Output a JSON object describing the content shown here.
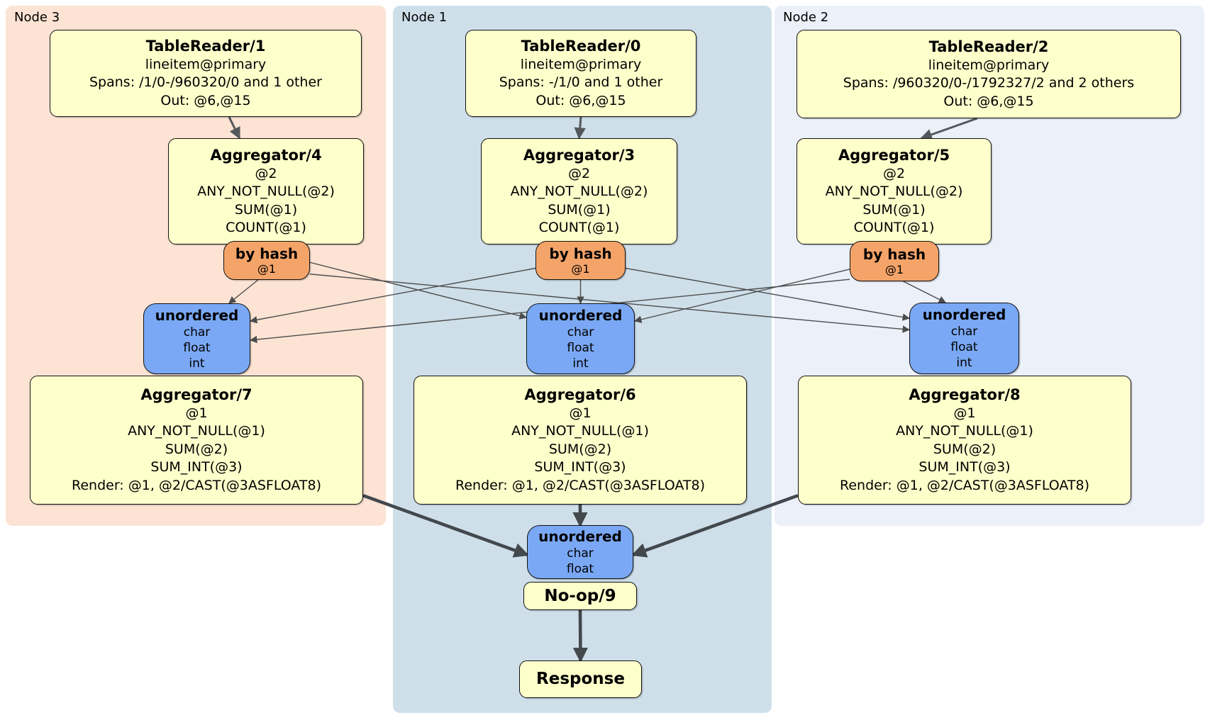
{
  "regions": {
    "node3": {
      "label": "Node 3",
      "bg": "#fce3d3"
    },
    "node1": {
      "label": "Node 1",
      "bg": "#cedfea"
    },
    "node2": {
      "label": "Node 2",
      "bg": "#ebf0f9"
    }
  },
  "colors": {
    "processor_bg": "#ffffcc",
    "router_bg": "#f4a469",
    "sync_bg": "#7aa8f4",
    "edge_thin": "#4c4c4c",
    "edge_mid": "#55585a",
    "edge_thick": "#43484d"
  },
  "boxes": {
    "tr1": {
      "title": "TableReader/1",
      "lines": [
        "lineitem@primary",
        "Spans: /1/0-/960320/0 and 1 other",
        "Out: @6,@15"
      ]
    },
    "tr0": {
      "title": "TableReader/0",
      "lines": [
        "lineitem@primary",
        "Spans: -/1/0 and 1 other",
        "Out: @6,@15"
      ]
    },
    "tr2": {
      "title": "TableReader/2",
      "lines": [
        "lineitem@primary",
        "Spans: /960320/0-/1792327/2 and 2 others",
        "Out: @6,@15"
      ]
    },
    "agg4": {
      "title": "Aggregator/4",
      "lines": [
        "@2",
        "ANY_NOT_NULL(@2)",
        "SUM(@1)",
        "COUNT(@1)"
      ]
    },
    "agg3": {
      "title": "Aggregator/3",
      "lines": [
        "@2",
        "ANY_NOT_NULL(@2)",
        "SUM(@1)",
        "COUNT(@1)"
      ]
    },
    "agg5": {
      "title": "Aggregator/5",
      "lines": [
        "@2",
        "ANY_NOT_NULL(@2)",
        "SUM(@1)",
        "COUNT(@1)"
      ]
    },
    "agg7": {
      "title": "Aggregator/7",
      "lines": [
        "@1",
        "ANY_NOT_NULL(@1)",
        "SUM(@2)",
        "SUM_INT(@3)",
        "Render: @1, @2/CAST(@3ASFLOAT8)"
      ]
    },
    "agg6": {
      "title": "Aggregator/6",
      "lines": [
        "@1",
        "ANY_NOT_NULL(@1)",
        "SUM(@2)",
        "SUM_INT(@3)",
        "Render: @1, @2/CAST(@3ASFLOAT8)"
      ]
    },
    "agg8": {
      "title": "Aggregator/8",
      "lines": [
        "@1",
        "ANY_NOT_NULL(@1)",
        "SUM(@2)",
        "SUM_INT(@3)",
        "Render: @1, @2/CAST(@3ASFLOAT8)"
      ]
    },
    "noop": {
      "title": "No-op/9"
    },
    "resp": {
      "title": "Response"
    }
  },
  "routers": {
    "r4": {
      "title": "by hash",
      "sub": "@1"
    },
    "r3": {
      "title": "by hash",
      "sub": "@1"
    },
    "r5": {
      "title": "by hash",
      "sub": "@1"
    }
  },
  "syncs": {
    "u3": {
      "title": "unordered",
      "items": [
        "char",
        "float",
        "int"
      ]
    },
    "u1": {
      "title": "unordered",
      "items": [
        "char",
        "float",
        "int"
      ]
    },
    "u2": {
      "title": "unordered",
      "items": [
        "char",
        "float",
        "int"
      ]
    },
    "ub": {
      "title": "unordered",
      "items": [
        "char",
        "float"
      ]
    }
  },
  "graph": {
    "edges": [
      {
        "from": "tr1",
        "to": "agg4",
        "kind": "mid",
        "fa": [
          "bottom",
          0.575
        ],
        "ta": [
          "top",
          0.365
        ]
      },
      {
        "from": "tr0",
        "to": "agg3",
        "kind": "mid",
        "fa": [
          "bottom",
          0.5
        ],
        "ta": [
          "top",
          0.5
        ]
      },
      {
        "from": "tr2",
        "to": "agg5",
        "kind": "mid",
        "fa": [
          "bottom",
          0.47
        ],
        "ta": [
          "top",
          0.64
        ]
      },
      {
        "from": "r4",
        "to": "u3",
        "kind": "thin",
        "fa": [
          "bottom",
          0.4
        ],
        "ta": [
          "top",
          0.8
        ]
      },
      {
        "from": "r4",
        "to": "u1",
        "kind": "thin",
        "fa": [
          "right",
          0.55
        ],
        "ta": [
          "left",
          0.2
        ]
      },
      {
        "from": "r4",
        "to": "u2",
        "kind": "thin",
        "fa": [
          "right",
          0.85
        ],
        "ta": [
          "left",
          0.38
        ]
      },
      {
        "from": "r3",
        "to": "u1",
        "kind": "thin",
        "fa": [
          "bottom",
          0.5
        ],
        "ta": [
          "top",
          0.5
        ]
      },
      {
        "from": "r3",
        "to": "u3",
        "kind": "thin",
        "fa": [
          "left",
          0.7
        ],
        "ta": [
          "right",
          0.25
        ]
      },
      {
        "from": "r3",
        "to": "u2",
        "kind": "thin",
        "fa": [
          "right",
          0.7
        ],
        "ta": [
          "left",
          0.22
        ]
      },
      {
        "from": "r5",
        "to": "u2",
        "kind": "thin",
        "fa": [
          "bottom",
          0.6
        ],
        "ta": [
          "top",
          0.33
        ]
      },
      {
        "from": "r5",
        "to": "u1",
        "kind": "thin",
        "fa": [
          "left",
          0.7
        ],
        "ta": [
          "right",
          0.25
        ]
      },
      {
        "from": "r5",
        "to": "u3",
        "kind": "thin",
        "fa": [
          "left",
          0.95
        ],
        "ta": [
          "right",
          0.52
        ]
      },
      {
        "from": "agg7",
        "to": "ub",
        "kind": "thick",
        "fa": [
          "right",
          0.93
        ],
        "ta": [
          "left",
          0.55
        ]
      },
      {
        "from": "agg6",
        "to": "ub",
        "kind": "thick",
        "fa": [
          "bottom",
          0.5
        ],
        "ta": [
          "top",
          0.5
        ]
      },
      {
        "from": "agg8",
        "to": "ub",
        "kind": "thick",
        "fa": [
          "left",
          0.93
        ],
        "ta": [
          "right",
          0.55
        ]
      },
      {
        "from": "noop",
        "to": "resp",
        "kind": "thick",
        "fa": [
          "bottom",
          0.5
        ],
        "ta": [
          "top",
          0.5
        ]
      }
    ]
  }
}
